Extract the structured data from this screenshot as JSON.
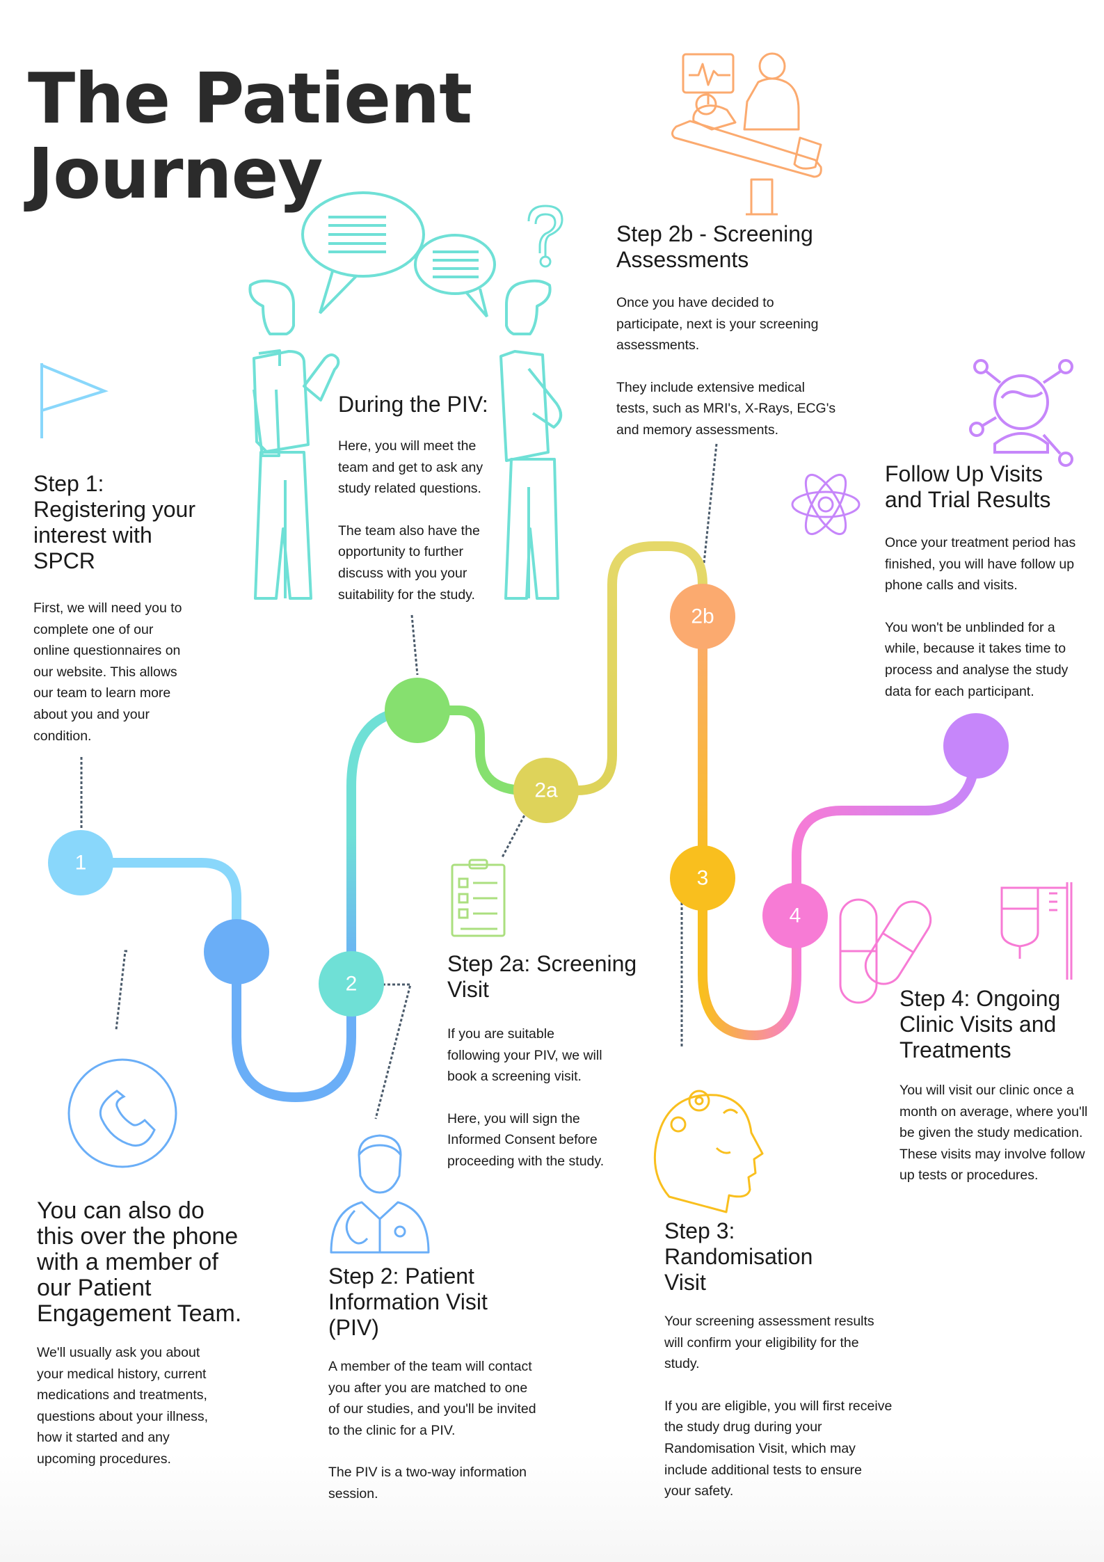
{
  "title": {
    "line1": "The Patient",
    "line2": "Journey"
  },
  "colors": {
    "step1": "#89D7FB",
    "blue": "#6AAEF7",
    "step2": "#6FE0D6",
    "green": "#86E06F",
    "step2a": "#DED35A",
    "step2b": "#FBAA6F",
    "step3": "#F9BF1E",
    "step4": "#F77BD5",
    "end": "#C686FA",
    "connector": "#4a5a6a"
  },
  "nodes": {
    "n1": "1",
    "n2": "2",
    "n2a": "2a",
    "n2b": "2b",
    "n3": "3",
    "n4": "4"
  },
  "icons": {
    "flag": "flag-icon",
    "speech": "speech-bubble-icon",
    "question": "question-mark-icon",
    "doctor_scan": "medical-scan-icon",
    "network": "person-network-icon",
    "atom": "atom-icon",
    "phone": "phone-icon",
    "doctor": "doctor-icon",
    "clipboard": "clipboard-icon",
    "brain": "brain-gears-icon",
    "pill": "pill-icon",
    "iv": "iv-drip-icon"
  },
  "step1": {
    "heading": [
      "Step 1:",
      "Registering your",
      "interest with",
      "SPCR"
    ],
    "body": [
      "First, we will need you to",
      "complete one of our",
      "online questionnaires on",
      "our website. This allows",
      "our team to learn more",
      "about you and your",
      "condition."
    ]
  },
  "phone": {
    "heading": [
      "You can also do",
      "this over the phone",
      "with a member of",
      "our Patient",
      "Engagement Team."
    ],
    "body": [
      "We'll usually ask you about",
      "your medical history, current",
      "medications and treatments,",
      "questions about your illness,",
      "how it started and any",
      "upcoming procedures."
    ]
  },
  "piv": {
    "heading": [
      "During the PIV:"
    ],
    "body1": [
      "Here, you will meet the",
      "team and get to ask any",
      "study related questions."
    ],
    "body2": [
      "The team also have the",
      "opportunity to further",
      "discuss with you your",
      "suitability for the study."
    ]
  },
  "step2": {
    "heading": [
      "Step 2: Patient",
      "Information Visit",
      "(PIV)"
    ],
    "body1": [
      "A member of the team will contact",
      "you after you are matched to one",
      "of our studies, and you'll be invited",
      "to the clinic for a PIV."
    ],
    "body2": [
      "The PIV is a two-way information",
      "session."
    ]
  },
  "step2a": {
    "heading": [
      "Step 2a: Screening",
      "Visit"
    ],
    "body1": [
      "If you are suitable",
      "following your PIV, we will",
      "book a screening visit."
    ],
    "body2": [
      "Here, you will sign the",
      "Informed Consent before",
      "proceeding with the study."
    ]
  },
  "step2b": {
    "heading": [
      "Step 2b - Screening",
      "Assessments"
    ],
    "body1": [
      "Once you have decided to",
      "participate, next is your screening",
      "assessments."
    ],
    "body2": [
      "They include extensive medical",
      "tests, such as MRI's, X-Rays, ECG's",
      "and memory assessments."
    ]
  },
  "step3": {
    "heading": [
      "Step 3:",
      "Randomisation",
      "Visit"
    ],
    "body1": [
      "Your screening assessment results",
      "will confirm your eligibility for the",
      "study."
    ],
    "body2": [
      "If you are eligible, you will first receive",
      "the study drug during your",
      "Randomisation Visit, which may",
      "include additional tests to ensure",
      "your safety."
    ]
  },
  "step4": {
    "heading": [
      "Step 4: Ongoing",
      "Clinic Visits and",
      "Treatments"
    ],
    "body": [
      "You will visit our clinic once a",
      "month on average, where you'll",
      "be given the study medication.",
      "These visits may involve follow",
      "up tests or procedures."
    ]
  },
  "followup": {
    "heading": [
      "Follow Up Visits",
      "and Trial Results"
    ],
    "body1": [
      "Once your treatment period has",
      "finished, you will have follow up",
      "phone calls and visits."
    ],
    "body2": [
      "You won't be unblinded for a",
      "while, because it takes time to",
      "process and analyse the study",
      "data for each participant."
    ]
  }
}
